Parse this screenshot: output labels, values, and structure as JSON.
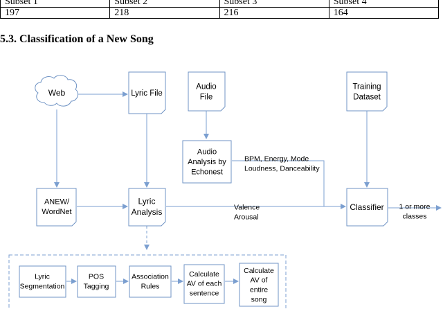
{
  "table": {
    "header": [
      "Subset 1",
      "Subset 2",
      "Subset 3",
      "Subset 4"
    ],
    "row": [
      "197",
      "218",
      "216",
      "164"
    ]
  },
  "section_heading": "5.3. Classification of a New Song",
  "diagram": {
    "nodes": {
      "web": [
        "Web"
      ],
      "lyric_file": [
        "Lyric File"
      ],
      "audio_file": [
        "Audio",
        "File"
      ],
      "training_dataset": [
        "Training",
        "Dataset"
      ],
      "audio_analysis": [
        "Audio",
        "Analysis by",
        "Echonest"
      ],
      "anew_wordnet": [
        "ANEW/",
        "WordNet"
      ],
      "lyric_analysis": [
        "Lyric",
        "Analysis"
      ],
      "classifier": [
        "Classifier"
      ],
      "lyric_segmentation": [
        "Lyric",
        "Segmentation"
      ],
      "pos_tagging": [
        "POS",
        "Tagging"
      ],
      "association_rules": [
        "Association",
        "Rules"
      ],
      "calc_av_sentence": [
        "Calculate",
        "AV of each",
        "sentence"
      ],
      "calc_av_song": [
        "Calculate",
        "AV of",
        "entire",
        "song"
      ]
    },
    "edge_labels": {
      "audio_features": [
        "BPM, Energy, Mode",
        "Loudness, Danceability"
      ],
      "lyric_features": [
        "Valence",
        "Arousal"
      ],
      "output": [
        "1 or more",
        "classes"
      ]
    },
    "colors": {
      "edge": "#7b9fd0",
      "node_border": "#6f93c4"
    }
  }
}
